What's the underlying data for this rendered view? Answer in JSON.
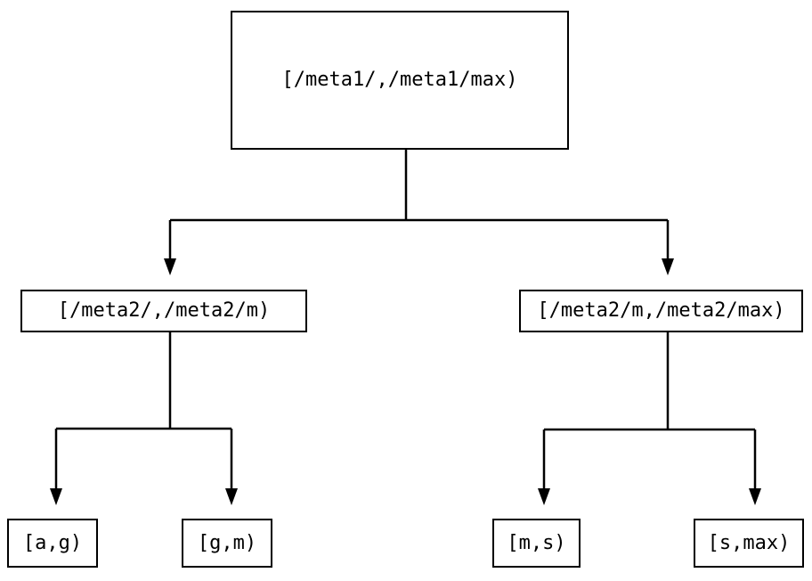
{
  "colors": {
    "background": "#ffffff",
    "line": "#000000",
    "text": "#000000"
  },
  "diagram": {
    "root": {
      "label": "[/meta1/,/meta1/max)"
    },
    "level2": [
      {
        "label": "[/meta2/,/meta2/m)"
      },
      {
        "label": "[/meta2/m,/meta2/max)"
      }
    ],
    "leaves": [
      {
        "label": "[a,g)"
      },
      {
        "label": "[g,m)"
      },
      {
        "label": "[m,s)"
      },
      {
        "label": "[s,max)"
      }
    ]
  }
}
